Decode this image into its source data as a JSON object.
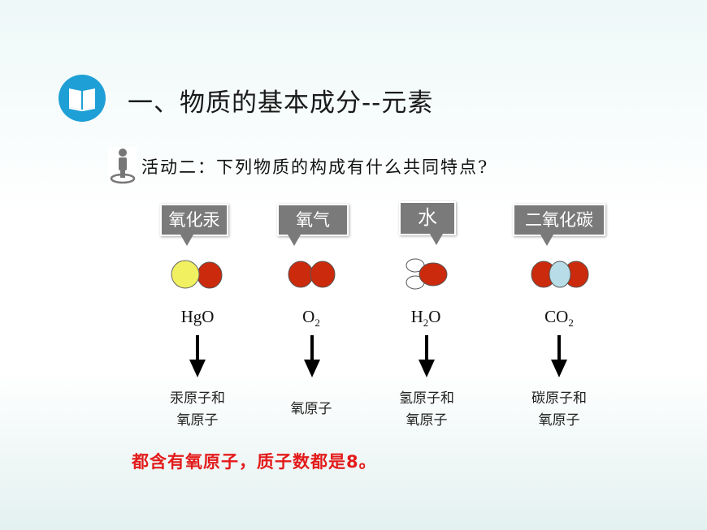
{
  "section": {
    "title": "一、物质的基本成分--元素",
    "icon": "book-icon"
  },
  "activity": {
    "text": "活动二：下列物质的构成有什么共同特点?",
    "icon": "person-icon"
  },
  "substances": [
    {
      "name": "氧化汞",
      "formula_main": "HgO",
      "formula_sub": "",
      "formula_prefix": "",
      "atoms_line1": "汞原子和",
      "atoms_line2": "氧原子"
    },
    {
      "name": "氧气",
      "formula_main": "O",
      "formula_sub": "2",
      "formula_prefix": "",
      "atoms_line1": "氧原子",
      "atoms_line2": ""
    },
    {
      "name": "水",
      "formula_main": "O",
      "formula_sub": "2",
      "formula_prefix": "H",
      "atoms_line1": "氢原子和",
      "atoms_line2": "氧原子"
    },
    {
      "name": "二氧化碳",
      "formula_main": "CO",
      "formula_sub": "2",
      "formula_prefix": "",
      "atoms_line1": "碳原子和",
      "atoms_line2": "氧原子"
    }
  ],
  "conclusion": "都含有氧原子，质子数都是8。",
  "colors": {
    "oxygen": "#cc2a0c",
    "mercury": "#f0f060",
    "hydrogen": "#ffffff",
    "carbon": "#b8dde8",
    "callout": "#7a7a7a",
    "accent": "#1e9fd6",
    "conclusion": "#e31b1b"
  }
}
